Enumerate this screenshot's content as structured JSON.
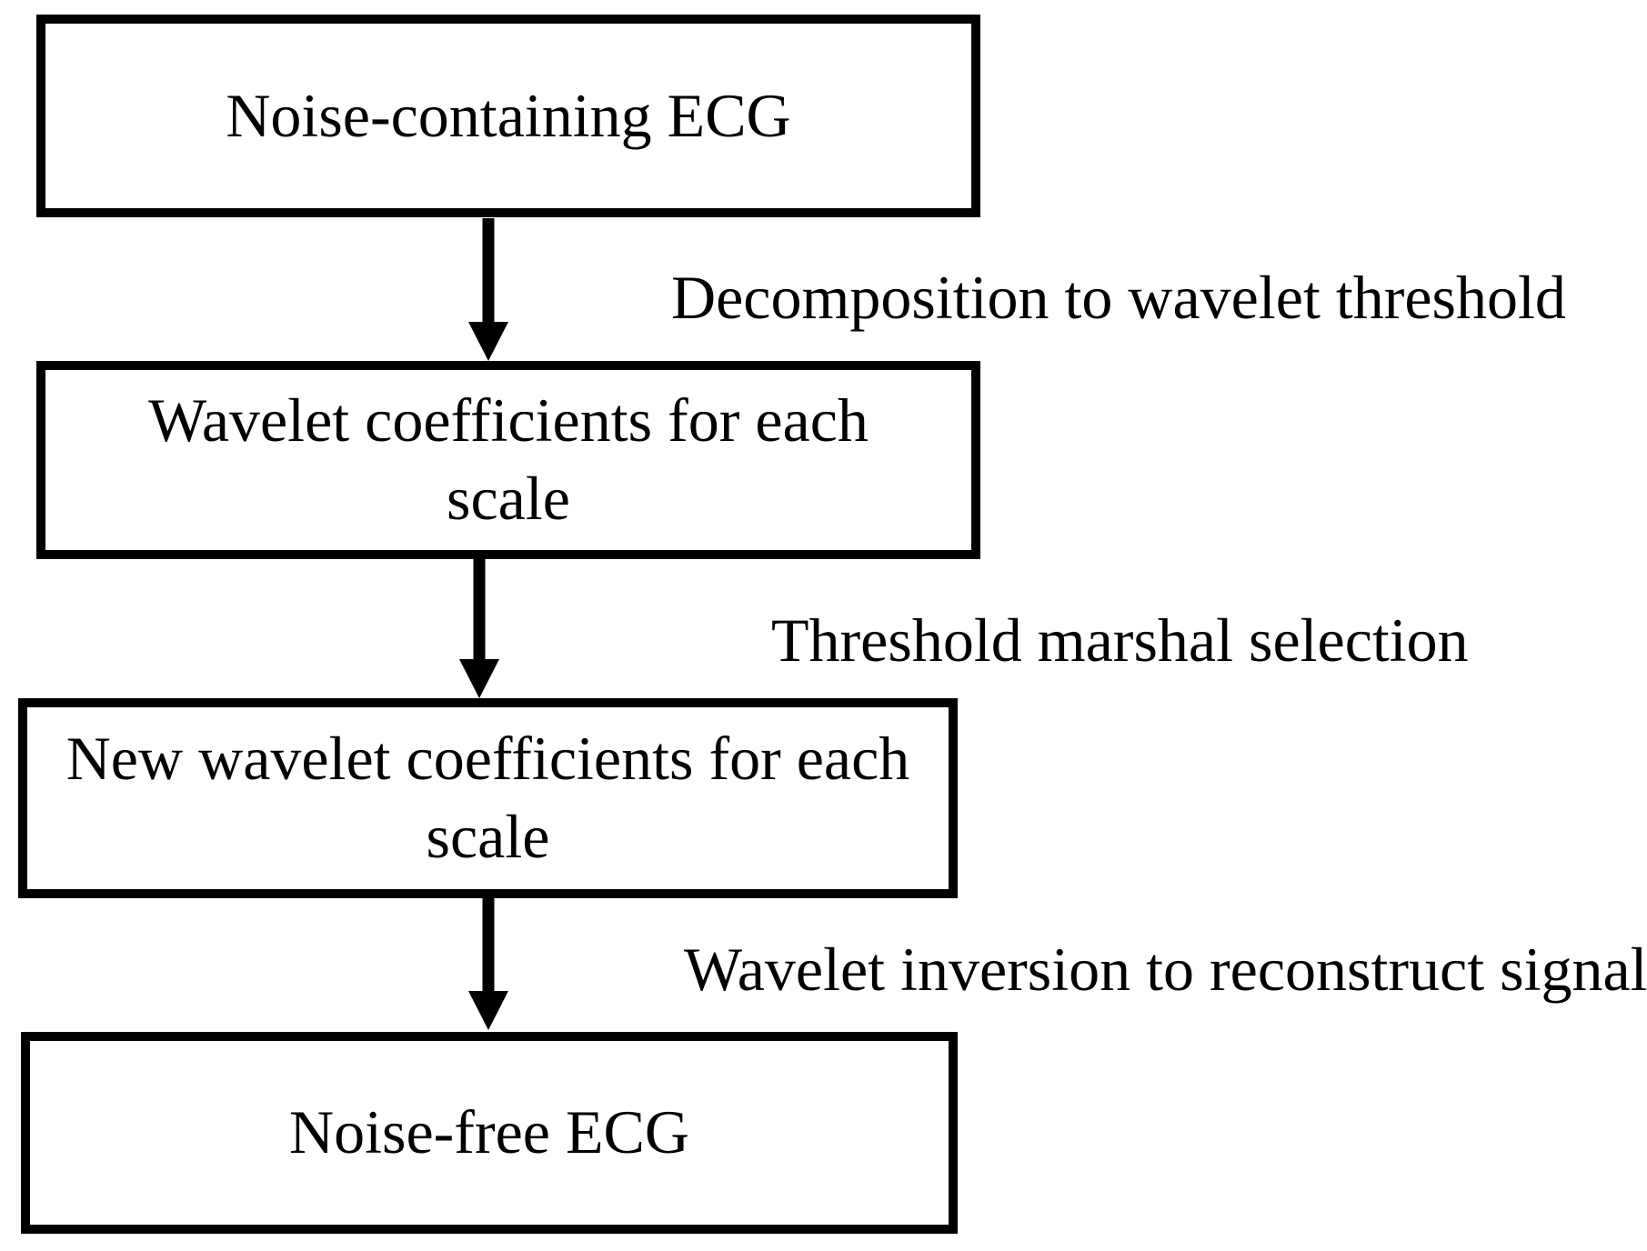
{
  "diagram": {
    "type": "flowchart",
    "direction": "top-down",
    "colors": {
      "line": "#000000",
      "text": "#000000",
      "box_fill": "#ffffff",
      "background": "#ffffff"
    },
    "nodes": [
      {
        "id": "noise-containing-ecg",
        "lines": [
          "Noise-containing ECG"
        ]
      },
      {
        "id": "wavelet-coefficients",
        "lines": [
          "Wavelet coefficients for each",
          "scale"
        ]
      },
      {
        "id": "new-wavelet-coefficients",
        "lines": [
          "New wavelet coefficients for each",
          "scale"
        ]
      },
      {
        "id": "noise-free-ecg",
        "lines": [
          "Noise-free ECG"
        ]
      }
    ],
    "edges": [
      {
        "from": "noise-containing-ecg",
        "to": "wavelet-coefficients",
        "label": "Decomposition to wavelet threshold"
      },
      {
        "from": "wavelet-coefficients",
        "to": "new-wavelet-coefficients",
        "label": "Threshold marshal selection"
      },
      {
        "from": "new-wavelet-coefficients",
        "to": "noise-free-ecg",
        "label": "Wavelet inversion to reconstruct signal"
      }
    ]
  }
}
